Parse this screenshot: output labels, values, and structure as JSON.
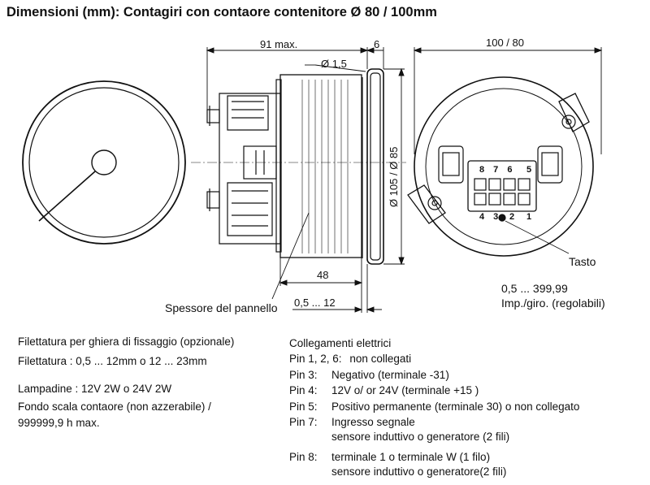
{
  "title": "Dimensioni (mm): Contagiri con contaore contenitore Ø 80 / 100mm",
  "dimensions": {
    "length": "91 max.",
    "rim": "6",
    "hole": "Ø 1,5",
    "diameters": "Ø 105 / Ø 85",
    "depth": "48",
    "panel": "0,5 ... 12",
    "rear_diameter": "100 / 80"
  },
  "labels": {
    "tasto": "Tasto",
    "panel_thickness": "Spessore del pannello",
    "range": "0,5 ... 399,99",
    "range_unit": "Imp./giro. (regolabili)",
    "pins_top": "8 7 6",
    "pin5": "5",
    "pins_bottom": "4 3",
    "pin2": "2",
    "pin1": "1"
  },
  "notes": {
    "thread_title": "Filettatura per ghiera di fissaggio (opzionale)",
    "thread": "Filettatura : 0,5 ... 12mm o 12 ... 23mm",
    "lamps": "Lampadine : 12V   2W o 24V   2W",
    "hourmeter": "Fondo scala contaore (non azzerabile) /",
    "hourmeter_max": "999999,9 h max."
  },
  "connections": {
    "title": "Collegamenti elettrici",
    "pins": [
      {
        "pin": "Pin 1, 2, 6:",
        "desc": "non collegati"
      },
      {
        "pin": "Pin 3:",
        "desc": "Negativo (terminale -31)"
      },
      {
        "pin": "Pin 4:",
        "desc": "12V o/ or 24V (terminale +15 )"
      },
      {
        "pin": "Pin 5:",
        "desc": "Positivo permanente (terminale 30) o non collegato"
      },
      {
        "pin": "Pin 7:",
        "desc": "Ingresso segnale"
      },
      {
        "pin": "Pin 8:",
        "desc": "terminale 1 o terminale W (1 filo)"
      }
    ],
    "pin7_extra": "sensore induttivo o generatore (2 fili)",
    "pin8_extra": "sensore induttivo o generatore(2 fili)"
  }
}
